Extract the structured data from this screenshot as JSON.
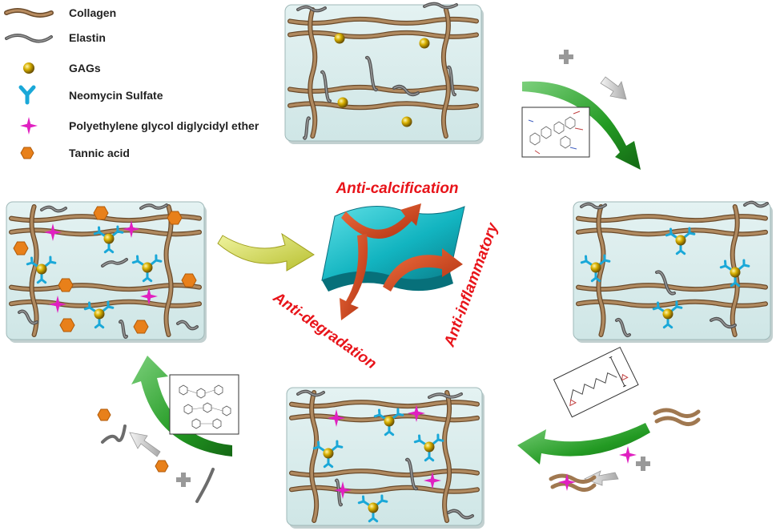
{
  "legend": [
    {
      "label": "Collagen",
      "icon": "collagen-fiber-icon"
    },
    {
      "label": "Elastin",
      "icon": "elastin-fiber-icon"
    },
    {
      "label": "GAGs",
      "icon": "gag-sphere-icon"
    },
    {
      "label": "Neomycin Sulfate",
      "icon": "neomycin-y-icon"
    },
    {
      "label": "Polyethylene glycol diglycidyl ether",
      "icon": "pegde-star-icon"
    },
    {
      "label": "Tannic acid",
      "icon": "tannic-hexagon-icon"
    }
  ],
  "center": {
    "anti_calcification": "Anti-calcification",
    "anti_inflammatory": "Anti-inflammatory",
    "anti_degradation": "Anti-degradation"
  },
  "colors": {
    "collagen": "#a07850",
    "elastin": "#6c6c6c",
    "gag": "#c8a000",
    "neomycin": "#1aa8d8",
    "pegde": "#e020c0",
    "tannic": "#e8801a",
    "panel": "#d8ecec",
    "green_arrow": "#2a9a2a",
    "claim_text": "#e8141a"
  }
}
